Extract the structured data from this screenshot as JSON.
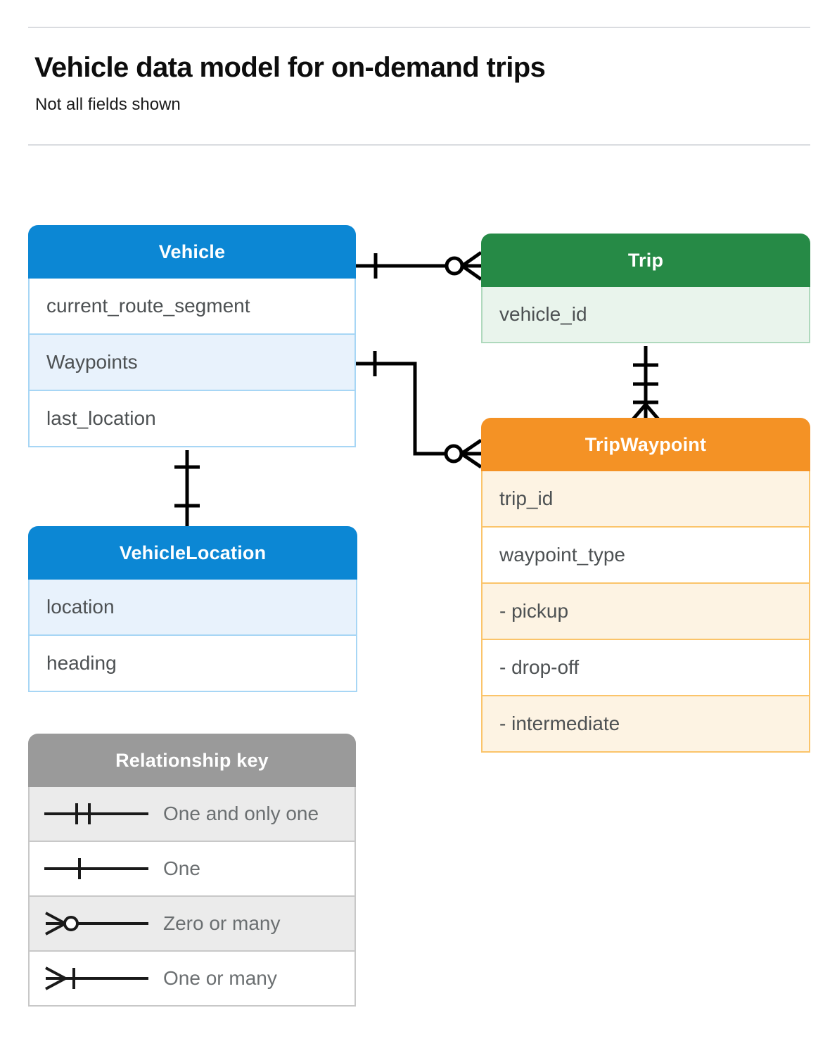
{
  "header": {
    "title": "Vehicle data model for on-demand trips",
    "subtitle": "Not all fields shown"
  },
  "entities": [
    {
      "id": "vehicle",
      "name": "Vehicle",
      "color": "#0c87d4",
      "rows": [
        {
          "label": "current_route_segment",
          "shaded": false
        },
        {
          "label": "Waypoints",
          "shaded": true
        },
        {
          "label": "last_location",
          "shaded": false
        }
      ]
    },
    {
      "id": "trip",
      "name": "Trip",
      "color": "#268a46",
      "rows": [
        {
          "label": "vehicle_id",
          "shaded": true
        }
      ]
    },
    {
      "id": "tripwaypoint",
      "name": "TripWaypoint",
      "color": "#f49225",
      "rows": [
        {
          "label": "trip_id",
          "shaded": true
        },
        {
          "label": "waypoint_type",
          "shaded": false
        },
        {
          "label": "-  pickup",
          "shaded": true
        },
        {
          "label": "-  drop-off",
          "shaded": false
        },
        {
          "label": "-  intermediate",
          "shaded": true
        }
      ]
    },
    {
      "id": "vehiclelocation",
      "name": "VehicleLocation",
      "color": "#0c87d4",
      "rows": [
        {
          "label": "location",
          "shaded": true
        },
        {
          "label": "heading",
          "shaded": false
        }
      ]
    }
  ],
  "legend": {
    "title": "Relationship key",
    "color": "#9a9a9a",
    "items": [
      {
        "symbol": "one-and-only-one-icon",
        "label": "One and only one",
        "shaded": true
      },
      {
        "symbol": "one-icon",
        "label": "One",
        "shaded": false
      },
      {
        "symbol": "zero-or-many-icon",
        "label": "Zero or many",
        "shaded": true
      },
      {
        "symbol": "one-or-many-icon",
        "label": "One or many",
        "shaded": false
      }
    ]
  },
  "relationships": [
    {
      "id": "vehicle-trip",
      "from": "Vehicle",
      "to": "Trip",
      "from_cardinality": "One",
      "to_cardinality": "Zero or many"
    },
    {
      "id": "vehicle-waypoints-tripwaypoint",
      "from": "Vehicle.Waypoints",
      "to": "TripWaypoint",
      "from_cardinality": "One",
      "to_cardinality": "Zero or many"
    },
    {
      "id": "trip-tripwaypoint",
      "from": "Trip",
      "to": "TripWaypoint",
      "from_cardinality": "One and only one",
      "to_cardinality": "One or many"
    },
    {
      "id": "vehicle-vehiclelocation",
      "from": "Vehicle",
      "to": "VehicleLocation",
      "from_cardinality": "One",
      "to_cardinality": "One"
    }
  ]
}
